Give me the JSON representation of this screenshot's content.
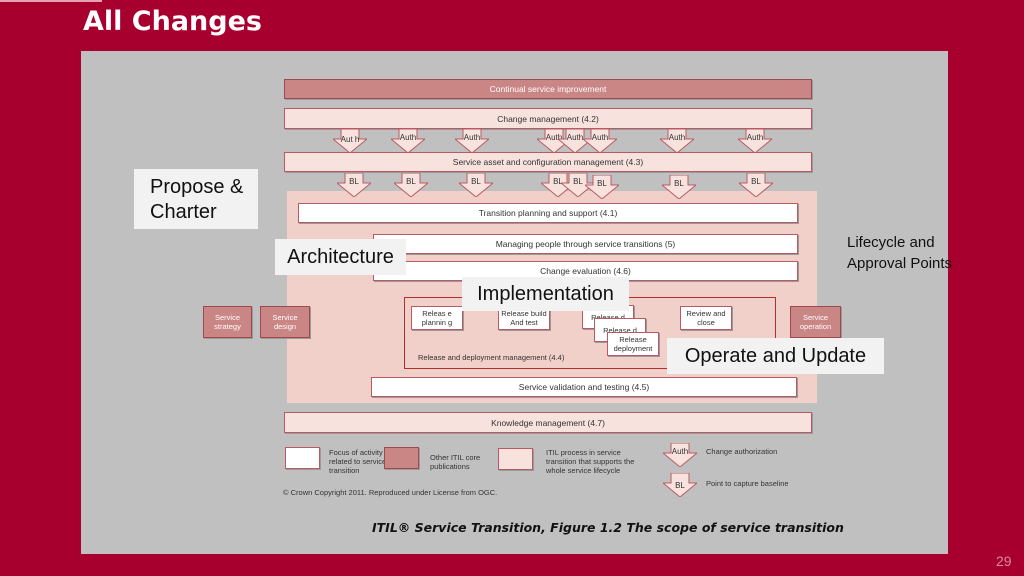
{
  "slide": {
    "title": "All Changes",
    "page_number": "29",
    "caption": "ITIL® Service Transition, Figure 1.2 The scope of service transition",
    "copyright": "© Crown Copyright 2011.  Reproduced under License from OGC."
  },
  "diagram": {
    "csi": "Continual service improvement",
    "change_mgmt": "Change management (4.2)",
    "sacm": "Service asset and configuration management (4.3)",
    "tps": "Transition planning and support (4.1)",
    "managing_people": "Managing people through service transitions (5)",
    "change_eval": "Change evaluation (4.6)",
    "rdm": "Release and deployment management (4.4)",
    "svt": "Service validation and testing (4.5)",
    "km": "Knowledge management (4.7)",
    "strategy": "Service strategy",
    "design": "Service design",
    "operation": "Service operation",
    "release_planning": "Releas e plannin g",
    "release_build": "Release build And test",
    "release_dep_1": "Release d",
    "release_dep_2": "Release d",
    "release_deployment": "Release deployment",
    "review_close": "Review and close",
    "auth_label": "Auth",
    "auth_split_label": "Aut h",
    "bl_label": "BL"
  },
  "legend": {
    "focus": "Focus of activity related to service transition",
    "other_core": "Other ITIL core publications",
    "process_whole": "ITIL process in service transition that supports the whole service lifecycle",
    "auth_symbol": "Auth",
    "change_auth": "Change authorization",
    "bl_symbol": "BL",
    "baseline": "Point to capture baseline"
  },
  "overlays": {
    "propose": "Propose & Charter",
    "architecture": "Architecture",
    "implementation": "Implementation",
    "operate": "Operate and Update",
    "lifecycle": "Lifecycle and Approval Points"
  },
  "colors": {
    "background": "#a8002e",
    "panel": "#c0c0c0",
    "scope_area": "#f0d0c8",
    "process_box": "#f7e2de",
    "core_box": "#c98685"
  }
}
